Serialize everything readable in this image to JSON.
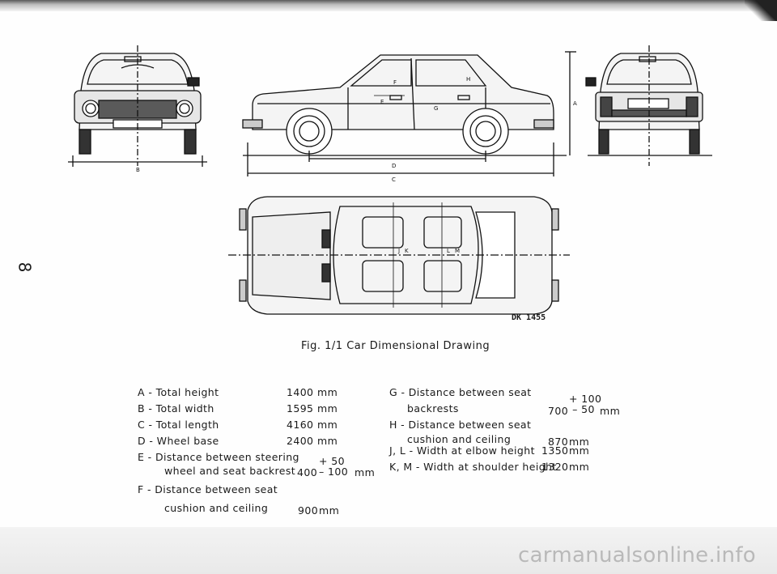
{
  "page_number": "8",
  "drawing_code": "DK 1455",
  "caption": "Fig. 1/1  Car Dimensional Drawing",
  "dimension_letters": {
    "a": "A",
    "b": "B",
    "c": "C",
    "d": "D",
    "e": "E",
    "f": "F",
    "g": "G",
    "h": "H",
    "j": "J",
    "k": "K",
    "l": "L",
    "m": "M"
  },
  "specs_left": [
    {
      "label": "A - Total height",
      "value": "1400",
      "unit": "mm"
    },
    {
      "label": "B - Total width",
      "value": "1595",
      "unit": "mm"
    },
    {
      "label": "C - Total length",
      "value": "4160",
      "unit": "mm"
    },
    {
      "label": "D - Wheel base",
      "value": "2400",
      "unit": "mm"
    },
    {
      "label": "E - Distance between steering",
      "label2": "wheel and seat backrest",
      "value": "400",
      "tol_plus": "+ 50",
      "tol_minus": "– 100",
      "unit": "mm"
    },
    {
      "label": "F - Distance between seat",
      "label2": "cushion and ceiling",
      "value": "900",
      "unit": "mm"
    }
  ],
  "specs_right": [
    {
      "label": "G - Distance between seat",
      "label2": "backrests",
      "value": "700",
      "tol_plus": "+ 100",
      "tol_minus": "–  50",
      "unit": "mm"
    },
    {
      "label": "H - Distance between seat",
      "label2": "cushion and ceiling",
      "value": "870",
      "unit": "mm"
    },
    {
      "label": "J,  L - Width at elbow height",
      "value": "1350",
      "unit": "mm"
    },
    {
      "label": "K, M - Width at shoulder height",
      "value": "1320",
      "unit": "mm"
    }
  ],
  "watermark": "carmanualsonline.info"
}
